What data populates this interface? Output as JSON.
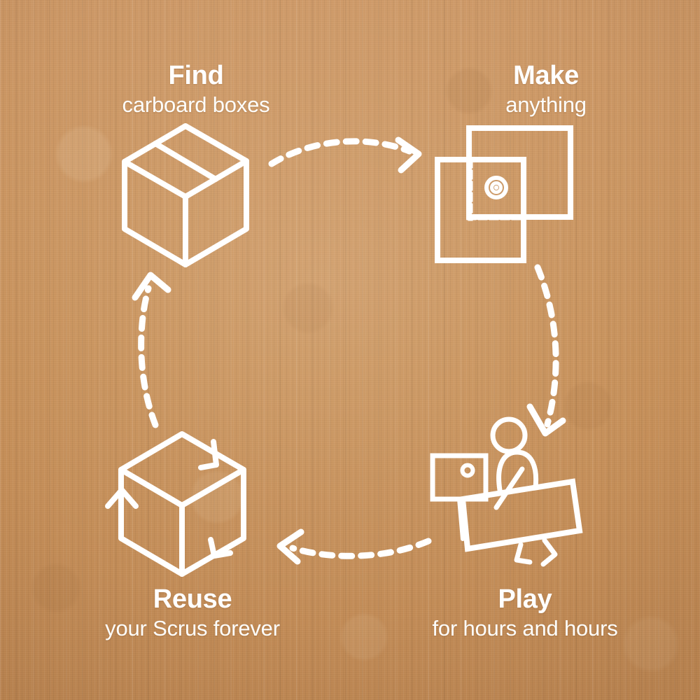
{
  "poster": {
    "background_color": "#c8915f",
    "ink_color": "#ffffff",
    "material": "kraft cardboard texture"
  },
  "steps": [
    {
      "id": "find",
      "title": "Find",
      "subtitle": "carboard boxes",
      "icon": "cardboard-box-icon"
    },
    {
      "id": "make",
      "title": "Make",
      "subtitle": "anything",
      "icon": "overlapping-squares-target-icon"
    },
    {
      "id": "play",
      "title": "Play",
      "subtitle": "for hours and hours",
      "icon": "child-playing-with-cardboard-icon"
    },
    {
      "id": "reuse",
      "title": "Reuse",
      "subtitle": "your Scrus forever",
      "icon": "recycling-cube-icon"
    }
  ],
  "arrows": [
    {
      "id": "find-to-make",
      "style": "dashed-curved",
      "direction": "right"
    },
    {
      "id": "make-to-play",
      "style": "dashed-curved",
      "direction": "down"
    },
    {
      "id": "play-to-reuse",
      "style": "dashed-curved",
      "direction": "left"
    },
    {
      "id": "reuse-to-find",
      "style": "dashed-curved",
      "direction": "up"
    }
  ]
}
